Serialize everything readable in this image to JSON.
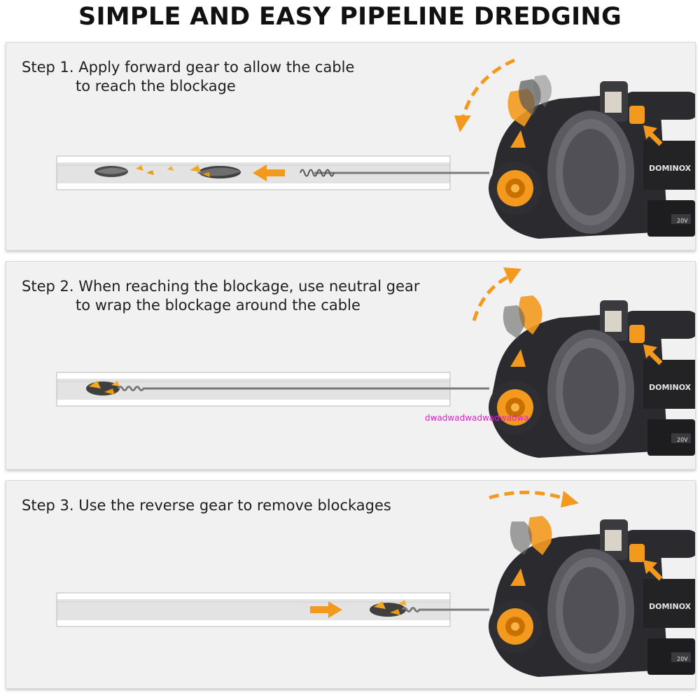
{
  "title": "SIMPLE AND EASY PIPELINE DREDGING",
  "steps": [
    {
      "line1": "Step 1. Apply forward gear to allow the cable",
      "line2": "to reach the blockage"
    },
    {
      "line1": "Step 2. When reaching the blockage, use neutral gear",
      "line2": "to wrap the blockage around the cable"
    },
    {
      "line1": "Step 3. Use the reverse gear to remove blockages",
      "line2": ""
    }
  ],
  "product": {
    "brand": "DOMINOX",
    "battery_label": "20V"
  },
  "watermark": "dwadwadwadwadwadwa",
  "colors": {
    "accent": "#f39a1e",
    "machine": "#2b2b2f",
    "drum": "#5a5a60",
    "pipe": "#e3e3e3"
  },
  "icons": [
    "curved-arrow-icon",
    "direction-arrow-icon",
    "press-arrow-icon"
  ]
}
